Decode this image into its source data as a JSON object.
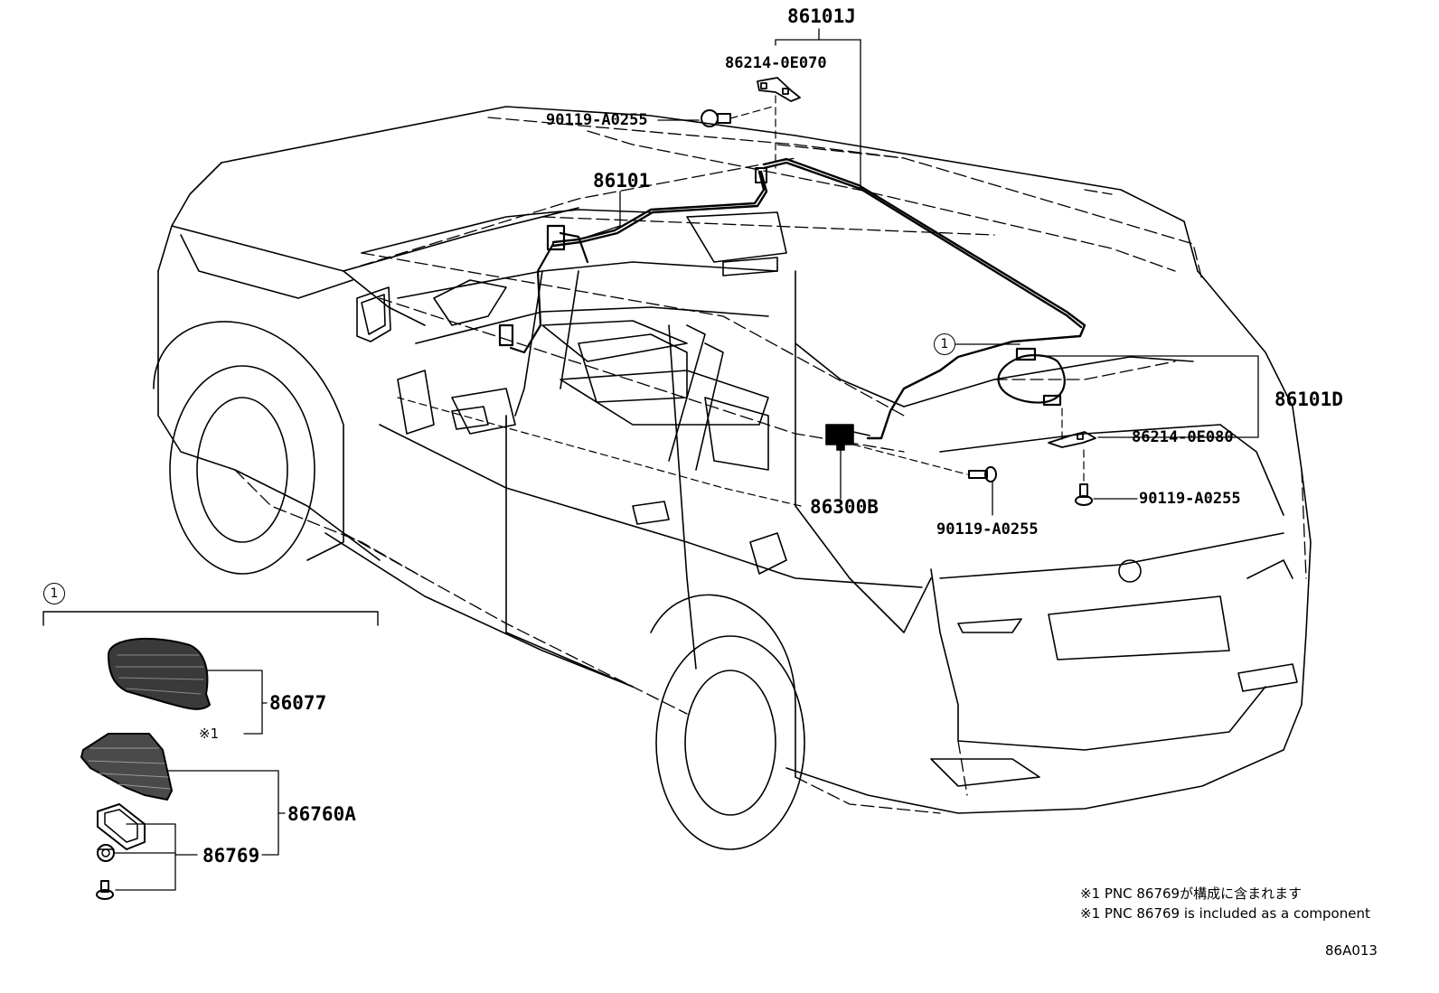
{
  "labels": {
    "p86101J": "86101J",
    "p86214_0E070": "86214-0E070",
    "p90119_top": "90119-A0255",
    "p86101": "86101",
    "p86101D": "86101D",
    "p86214_0E080": "86214-0E080",
    "p90119_right": "90119-A0255",
    "p86300B": "86300B",
    "p90119_center": "90119-A0255",
    "p86077": "86077",
    "p86760A": "86760A",
    "p86769": "86769",
    "ref1_sub": "※1"
  },
  "callouts": {
    "circle_main": "1",
    "circle_inset": "1"
  },
  "notes": {
    "line_jp": "※1 PNC 86769が構成に含まれます",
    "line_en": "※1 PNC 86769 is included as a component"
  },
  "diagram_code": "86A013"
}
